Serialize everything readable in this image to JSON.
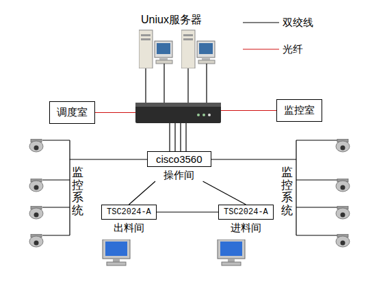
{
  "diagram": {
    "nodes": [
      {
        "text": [
          "调度室"
        ]
      },
      {
        "text": [
          "监控室"
        ]
      },
      {
        "text": [
          "cisco3560",
          "操作间"
        ]
      },
      {
        "text": [
          "TSC2024-A",
          "出料间"
        ]
      },
      {
        "text": [
          "TSC2024-A",
          "进料间"
        ]
      }
    ],
    "edges": [
      {
        "from": 2,
        "to": 3,
        "arrow": "none"
      },
      {
        "from": 2,
        "to": 4,
        "arrow": "none"
      },
      {
        "from": 3,
        "to": 4,
        "arrow": "none"
      }
    ],
    "labels": [
      "Uniux服务器",
      "监控系统",
      "监控系统"
    ],
    "legend": [
      {
        "text": "双绞线"
      },
      {
        "text": "光纤"
      }
    ]
  }
}
